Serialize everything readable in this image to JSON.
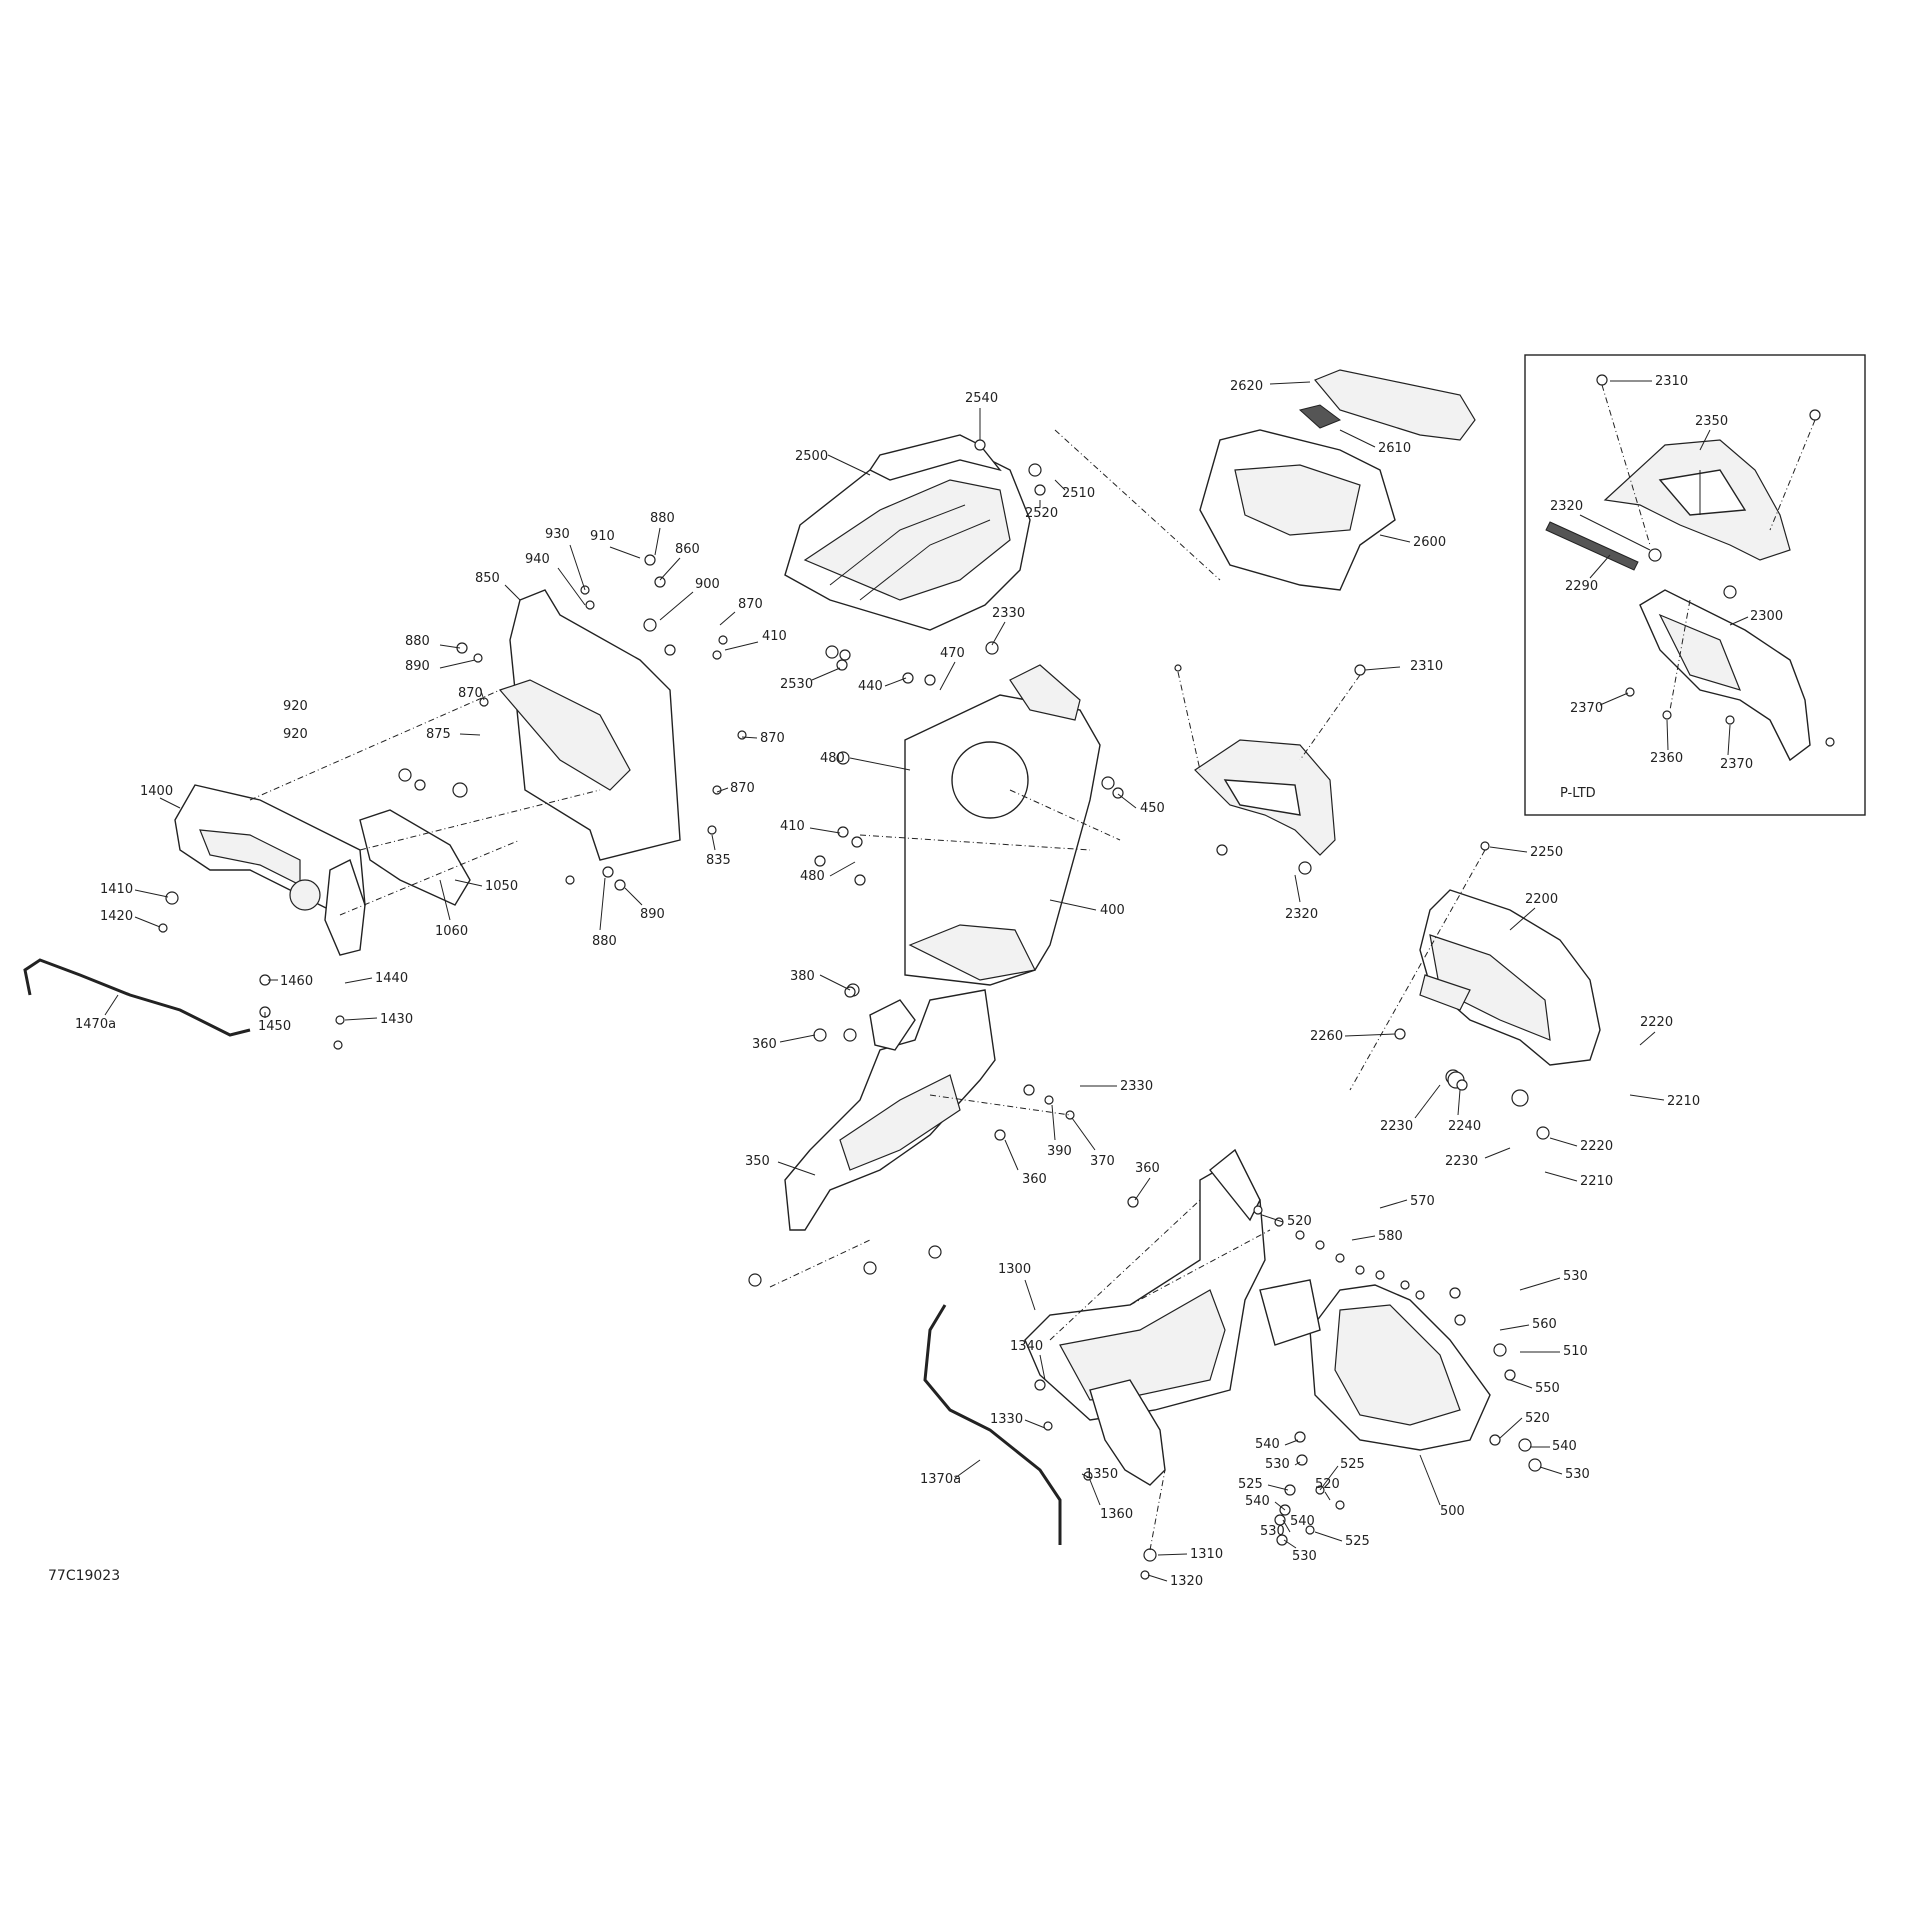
{
  "diagram_id": "77C19023",
  "inset_label": "P-LTD",
  "labels": {
    "l2540": "2540",
    "l2500": "2500",
    "l2520": "2520",
    "l2510": "2510",
    "l2530": "2530",
    "l2620": "2620",
    "l2610": "2610",
    "l2600": "2600",
    "l930": "930",
    "l910": "910",
    "l880a": "880",
    "l860": "860",
    "l940": "940",
    "l900": "900",
    "l850": "850",
    "l870a": "870",
    "l410a": "410",
    "l880b": "880",
    "l890a": "890",
    "l870b": "870",
    "l920a": "920",
    "l920b": "920",
    "l875": "875",
    "l870c": "870",
    "l870d": "870",
    "l835": "835",
    "l890b": "890",
    "l880c": "880",
    "l1050": "1050",
    "l1060": "1060",
    "l1400": "1400",
    "l1410": "1410",
    "l1420": "1420",
    "l1470a": "1470a",
    "l1460": "1460",
    "l1450": "1450",
    "l1440": "1440",
    "l1430": "1430",
    "l2330a": "2330",
    "l470": "470",
    "l440": "440",
    "l480a": "480",
    "l410b": "410",
    "l480b": "480",
    "l450": "450",
    "l400": "400",
    "l2310a": "2310",
    "l2320a": "2320",
    "l2310b": "2310",
    "l2350": "2350",
    "l2320b": "2320",
    "l2290": "2290",
    "l2300": "2300",
    "l2370a": "2370",
    "l2360": "2360",
    "l2370b": "2370",
    "l2250": "2250",
    "l2200": "2200",
    "l2220a": "2220",
    "l2260": "2260",
    "l2210a": "2210",
    "l2230a": "2230",
    "l2240": "2240",
    "l2220b": "2220",
    "l2230b": "2230",
    "l2210b": "2210",
    "l380": "380",
    "l360a": "360",
    "l2330b": "2330",
    "l390": "390",
    "l370": "370",
    "l360b": "360",
    "l350": "350",
    "l360c": "360",
    "l520a": "520",
    "l570": "570",
    "l580": "580",
    "l1300": "1300",
    "l530a": "530",
    "l560": "560",
    "l510": "510",
    "l1340": "1340",
    "l550": "550",
    "l520b": "520",
    "l1330": "1330",
    "l540a": "540",
    "l540b": "540",
    "l530b": "530",
    "l530c": "530",
    "l525a": "525",
    "l525b": "525",
    "l520c": "520",
    "l540c": "540",
    "l1370a": "1370a",
    "l1350": "1350",
    "l500": "500",
    "l1360": "1360",
    "l530d": "530",
    "l540d": "540",
    "l525c": "525",
    "l530e": "530",
    "l1310": "1310",
    "l1320": "1320"
  }
}
